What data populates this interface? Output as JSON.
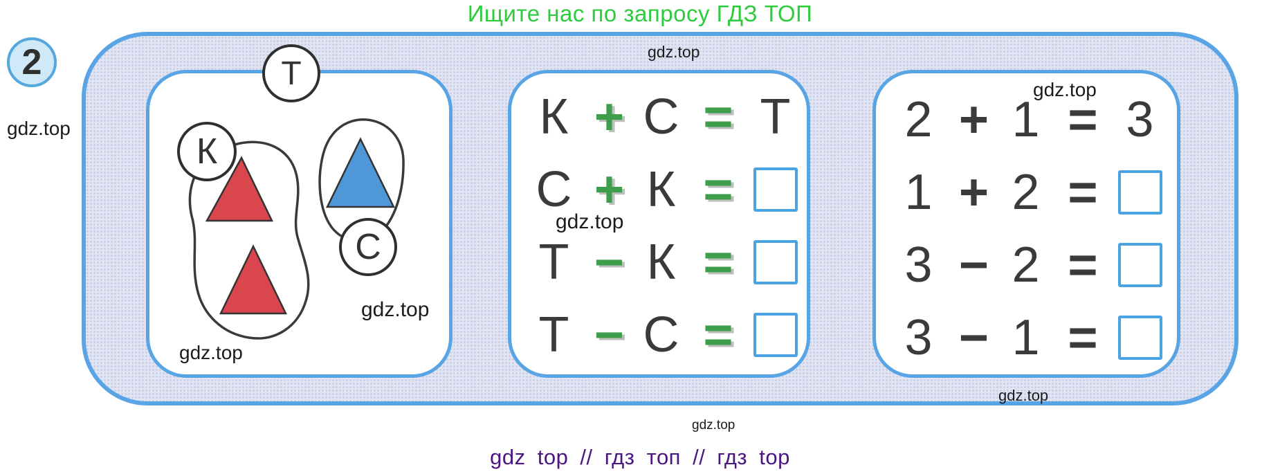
{
  "header": {
    "text": "Ищите нас по запросу ГДЗ ТОП",
    "color": "#2ecb3f"
  },
  "task": {
    "number": "2"
  },
  "watermark_text": "gdz.top",
  "diagram": {
    "whole_label": "Т",
    "group1_label": "К",
    "group1_shapes": "2 red triangles",
    "group1_color": "#d9464d",
    "group2_label": "С",
    "group2_shapes": "1 blue triangle",
    "group2_color": "#4f97d6"
  },
  "middle_equations": {
    "rows": [
      {
        "a": "К",
        "op": "+",
        "b": "С",
        "eq": "=",
        "result": "Т"
      },
      {
        "a": "С",
        "op": "+",
        "b": "К",
        "eq": "=",
        "result": ""
      },
      {
        "a": "Т",
        "op": "−",
        "b": "К",
        "eq": "=",
        "result": ""
      },
      {
        "a": "Т",
        "op": "−",
        "b": "С",
        "eq": "=",
        "result": ""
      }
    ]
  },
  "right_equations": {
    "rows": [
      {
        "a": "2",
        "op": "+",
        "b": "1",
        "eq": "=",
        "result": "3"
      },
      {
        "a": "1",
        "op": "+",
        "b": "2",
        "eq": "=",
        "result": ""
      },
      {
        "a": "3",
        "op": "−",
        "b": "2",
        "eq": "=",
        "result": ""
      },
      {
        "a": "3",
        "op": "−",
        "b": "1",
        "eq": "=",
        "result": ""
      }
    ]
  },
  "accent_colors": {
    "panel_border_blue": "#58a4e4",
    "operator_green": "#3e9e4b",
    "triangle_red": "#d9464d",
    "triangle_blue": "#4f97d6",
    "badge_fill": "#cfe9f8"
  },
  "footer": {
    "text": "gdz top // гдз топ // гдз top",
    "color": "#4b1583"
  }
}
